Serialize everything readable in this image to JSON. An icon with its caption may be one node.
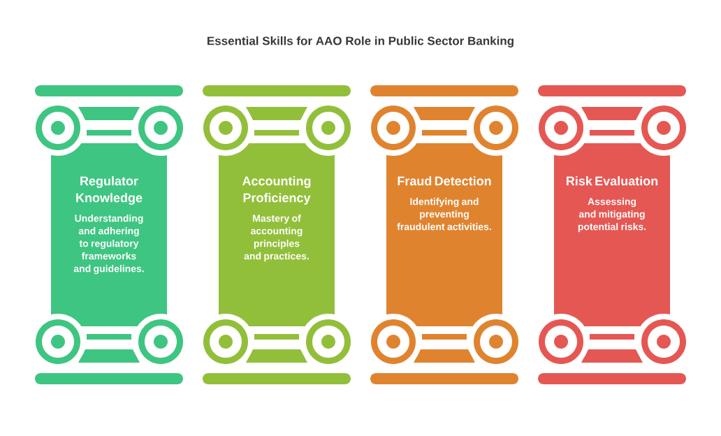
{
  "diagram": {
    "title": "Essential Skills for AAO Role in Public Sector Banking",
    "nodes": [
      {
        "text": [
          "Regulator Knowledge",
          "Understanding and adhering to regulatory frameworks and guidelines."
        ]
      },
      {
        "text": [
          "Accounting Proficiency",
          "Mastery of accounting principles and practices."
        ]
      },
      {
        "text": [
          "Fraud Detection",
          "Identifying and preventing fraudulent activities."
        ]
      },
      {
        "text": [
          "Risk Evaluation",
          "Assessing and mitigating potential risks."
        ]
      }
    ]
  }
}
